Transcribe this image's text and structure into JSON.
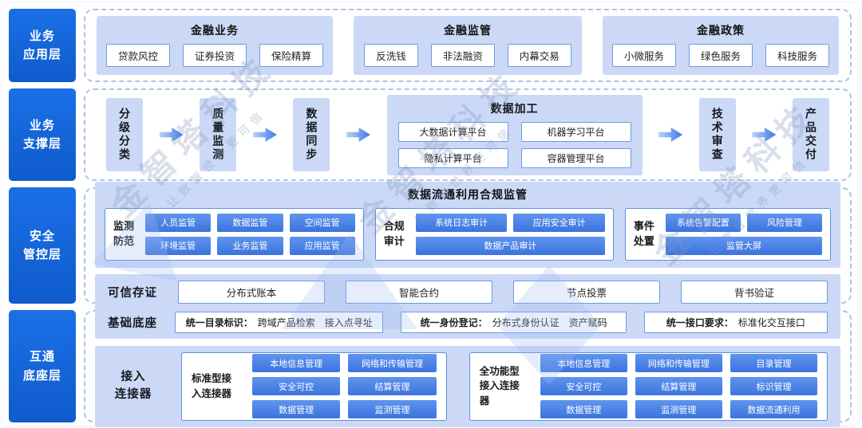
{
  "watermark": {
    "brand": "金智塔科技",
    "slogan": "让数智世界更可信"
  },
  "layer1": {
    "label_line1": "业务",
    "label_line2": "应用层",
    "groups": [
      {
        "title": "金融业务",
        "items": [
          "贷款风控",
          "证券投资",
          "保险精算"
        ]
      },
      {
        "title": "金融监管",
        "items": [
          "反洗钱",
          "非法融资",
          "内幕交易"
        ]
      },
      {
        "title": "金融政策",
        "items": [
          "小微服务",
          "绿色服务",
          "科技服务"
        ]
      }
    ]
  },
  "layer2": {
    "label_line1": "业务",
    "label_line2": "支撑层",
    "steps": [
      "分级分类",
      "质量监测",
      "数据同步",
      "技术审查",
      "产品交付"
    ],
    "group": {
      "title": "数据加工",
      "items": [
        "大数据计算平台",
        "机器学习平台",
        "隐私计算平台",
        "容器管理平台"
      ]
    }
  },
  "layer3": {
    "label_line1": "安全",
    "label_line2": "管控层",
    "title": "数据流通利用合规监管",
    "panels": [
      {
        "label": "监测防范",
        "pills": [
          "人员监管",
          "数据监管",
          "空间监管",
          "环境监管",
          "业务监管",
          "应用监管"
        ]
      },
      {
        "label": "合规审计",
        "pills": [
          "系统日志审计",
          "应用安全审计"
        ],
        "wide": "数据产品审计"
      },
      {
        "label": "事件处置",
        "pills": [
          "系统告警配置",
          "风险管理"
        ],
        "wide": "监管大屏"
      }
    ],
    "storage": {
      "label": "可信存证",
      "items": [
        "分布式账本",
        "智能合约",
        "节点投票",
        "背书验证"
      ]
    }
  },
  "layer4": {
    "label_line1": "互通",
    "label_line2": "底座层",
    "foundation": {
      "label": "基础底座",
      "boxes": [
        {
          "bold": "统一目录标识：",
          "rest": "跨域产品检索　接入点寻址"
        },
        {
          "bold": "统一身份登记：",
          "rest": "分布式身份认证　资产赋码"
        },
        {
          "bold": "统一接口要求：",
          "rest": "标准化交互接口"
        }
      ]
    },
    "connectors": {
      "label_line1": "接入",
      "label_line2": "连接器",
      "standard": {
        "label": "标准型接入连接器",
        "pills": [
          "本地信息管理",
          "网络和传输管理",
          "安全可控",
          "结算管理",
          "数据管理",
          "监测管理"
        ]
      },
      "full": {
        "label": "全功能型接入连接器",
        "pills": [
          "本地信息管理",
          "网络和传输管理",
          "目录管理",
          "安全可控",
          "结算管理",
          "标识管理",
          "数据管理",
          "监测管理",
          "数据流通利用"
        ]
      }
    }
  },
  "colors": {
    "accent": "#1565d6",
    "pill": "#4a82e4",
    "group_bg": "#cbd9f7",
    "dashed_border": "#aec2ea"
  }
}
